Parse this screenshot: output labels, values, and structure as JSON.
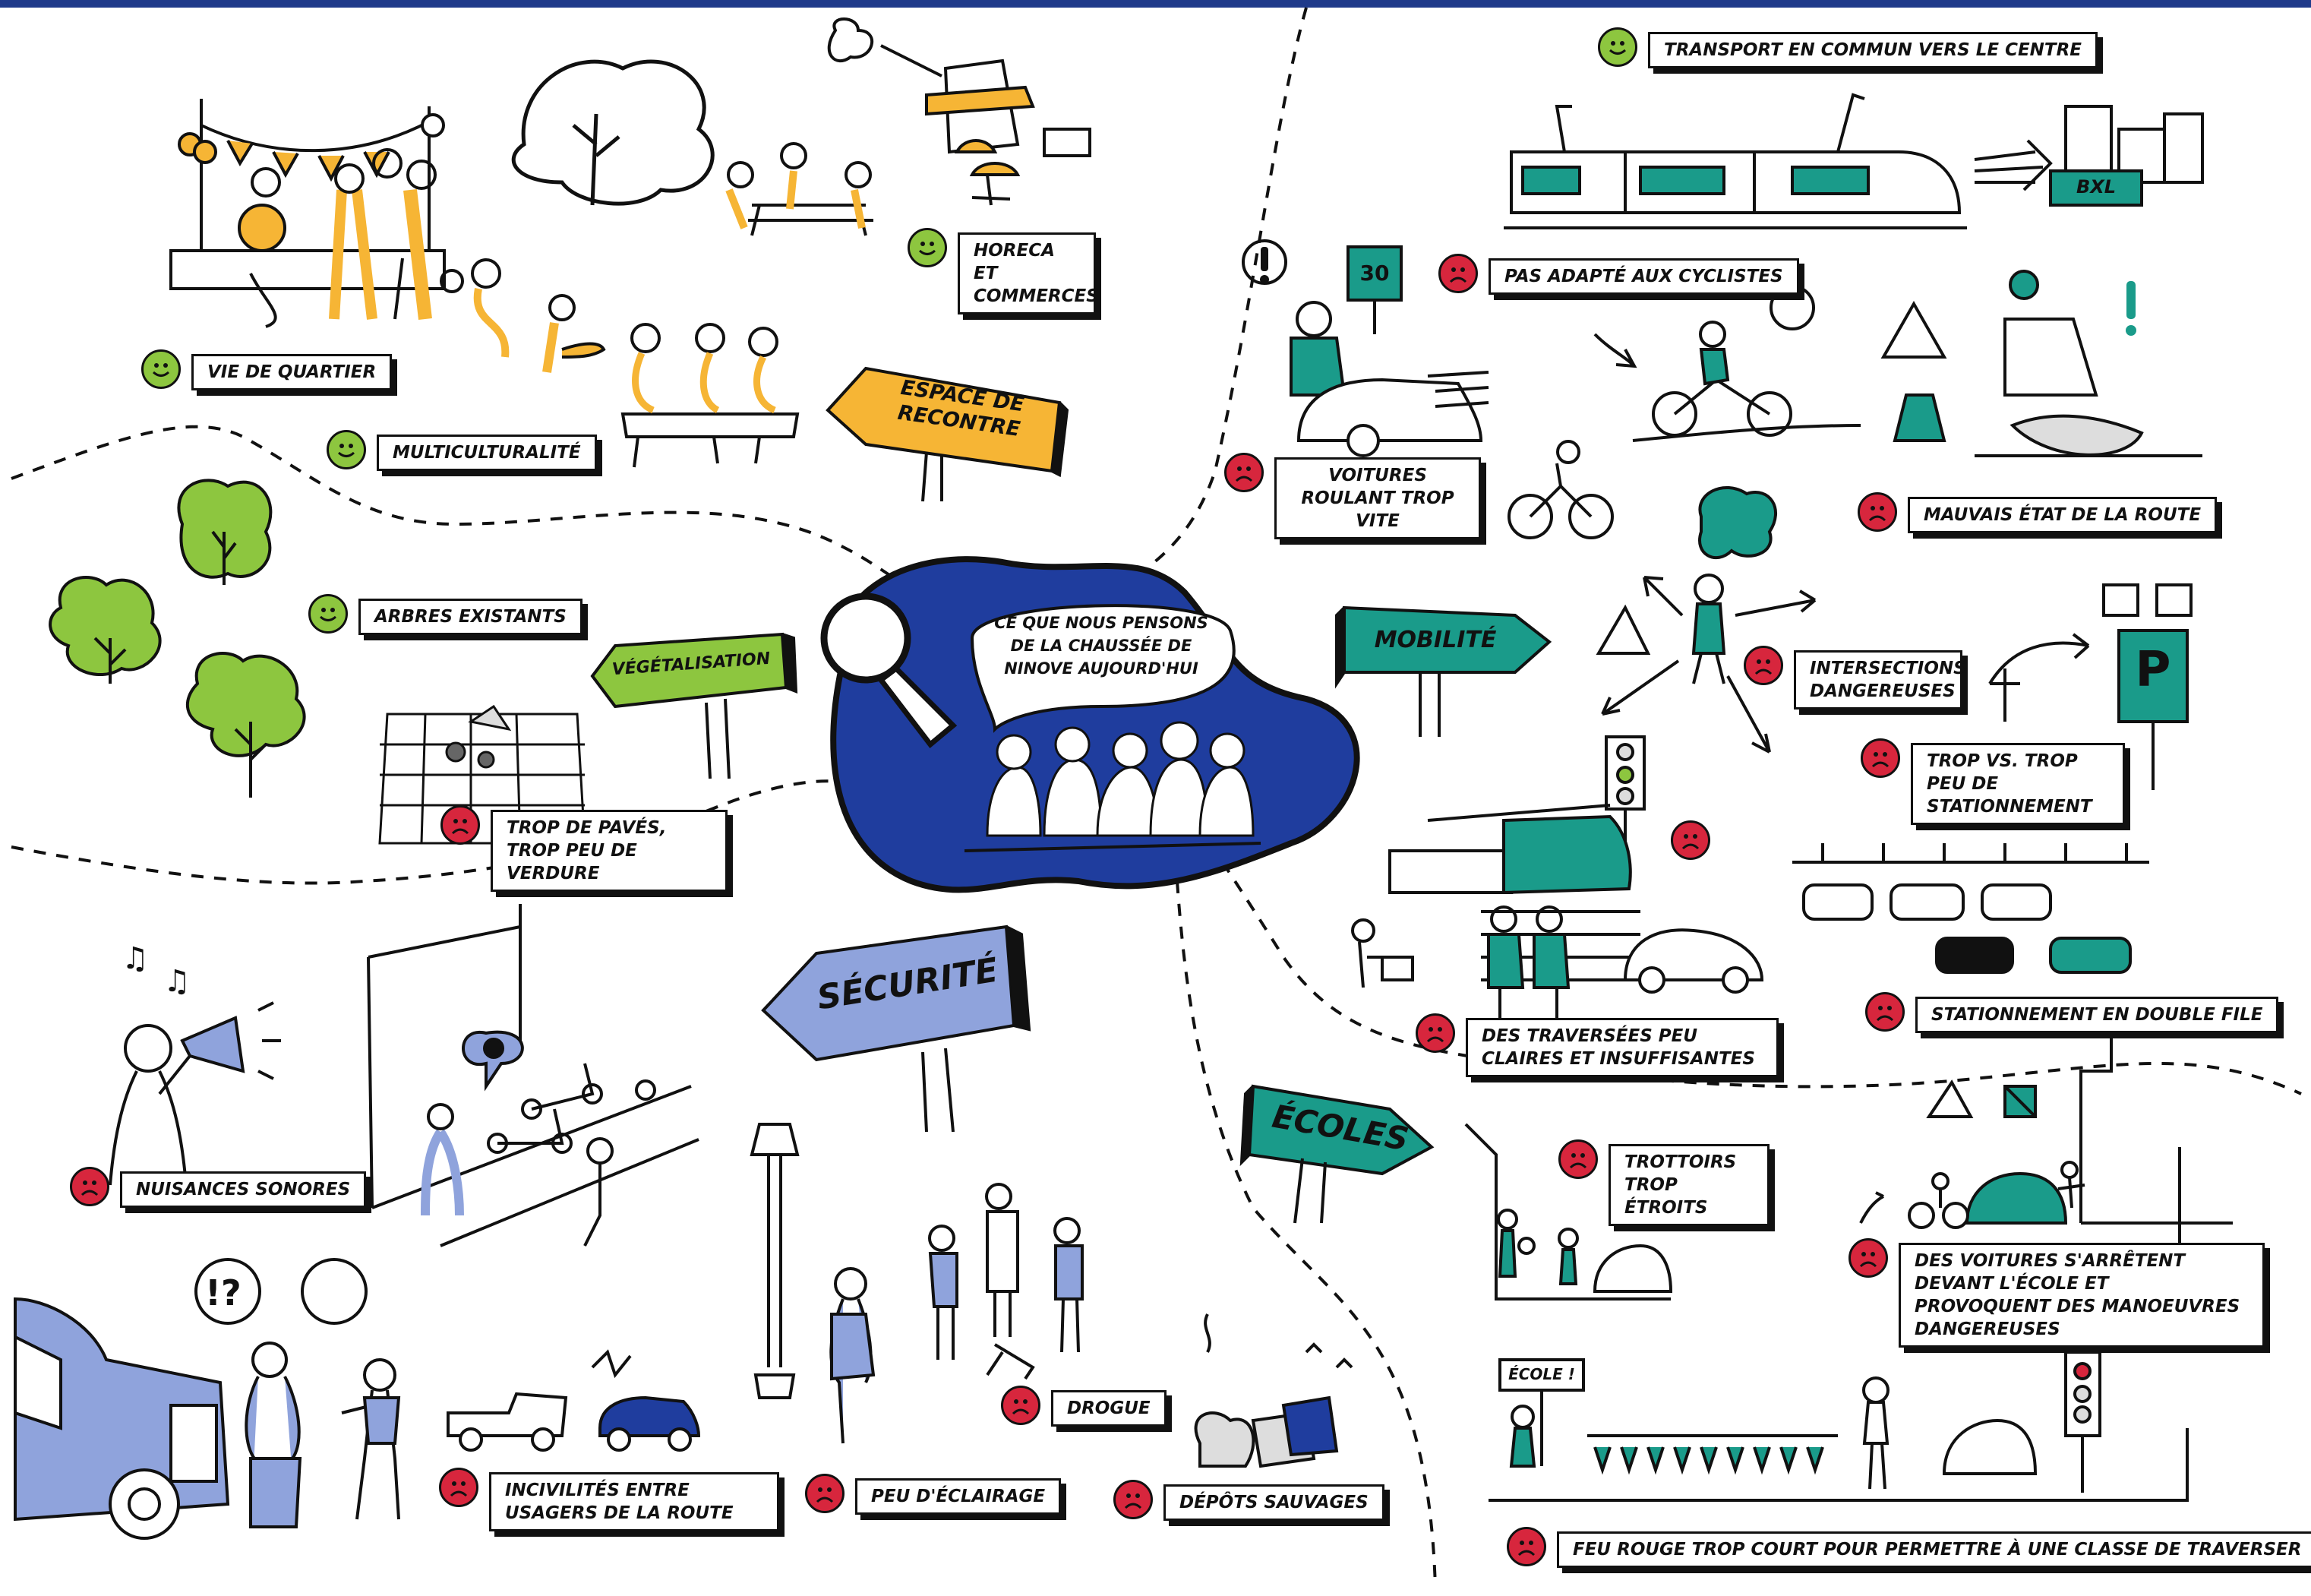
{
  "colors": {
    "top_bar": "#1f3a8a",
    "positive": "#8dc63f",
    "negative": "#d7263d",
    "teal": "#1a9b8a",
    "blue": "#1f3d9e",
    "light_blue": "#8fa3dc",
    "orange": "#f6b535",
    "green_sign": "#8dc63f"
  },
  "center": {
    "bubble": "CE QUE NOUS PENSONS DE LA CHAUSSÉE DE NINOVE AUJOURD'HUI"
  },
  "signs": {
    "espace": "ESPACE DE RECONTRE",
    "vegetalisation": "VÉGÉTALISATION",
    "securite": "SÉCURITÉ",
    "mobilite": "MOBILITÉ",
    "ecoles": "ÉCOLES",
    "ecole_small": "ÉCOLE !",
    "bxl": "BXL",
    "speed": "30"
  },
  "labels": {
    "vie_de_quartier": "VIE DE QUARTIER",
    "multiculturalite": "MULTICULTURALITÉ",
    "horeca": "HORECA ET COMMERCES",
    "arbres": "ARBRES EXISTANTS",
    "paves": "TROP DE PAVÉS, TROP PEU DE VERDURE",
    "nuisances": "NUISANCES SONORES",
    "incivilites": "INCIVILITÉS ENTRE USAGERS DE LA ROUTE",
    "eclairage": "PEU D'ÉCLAIRAGE",
    "drogue": "DROGUE",
    "depots": "DÉPÔTS SAUVAGES",
    "transport": "TRANSPORT EN COMMUN VERS LE CENTRE",
    "cyclistes": "PAS ADAPTÉ AUX CYCLISTES",
    "voitures": "VOITURES ROULANT TROP VITE",
    "route": "MAUVAIS ÉTAT DE LA ROUTE",
    "intersections": "INTERSECTIONS DANGEREUSES",
    "stationnement": "TROP VS. TROP PEU DE STATIONNEMENT",
    "traversees": "DES TRAVERSÉES PEU CLAIRES ET INSUFFISANTES",
    "double_file": "STATIONNEMENT EN DOUBLE FILE",
    "trottoirs": "TROTTOIRS TROP ÉTROITS",
    "arret_ecole": "DES VOITURES S'ARRÊTENT DEVANT L'ÉCOLE ET PROVOQUENT DES MANOEUVRES DANGEREUSES",
    "feu_rouge": "FEU ROUGE TROP COURT POUR PERMETTRE À UNE CLASSE DE TRAVERSER"
  },
  "icons": [
    "smiley-positive-icon",
    "smiley-negative-icon",
    "exclamation-icon",
    "warning-triangle-icon",
    "music-note-icon",
    "megaphone-icon",
    "thumbs-up-icon",
    "thumbs-down-icon",
    "parking-sign-icon",
    "traffic-light-icon",
    "magnifier-icon"
  ]
}
